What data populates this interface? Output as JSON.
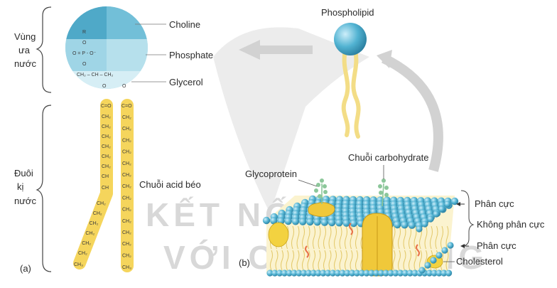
{
  "watermark": {
    "line1": "KẾT NỐI T",
    "line2": "VỚI CUỘC SỐNG"
  },
  "panel_a": {
    "letter": "(a)",
    "hydrophilic_label": [
      "Vùng",
      "ưa",
      "nước"
    ],
    "hydrophobic_label": [
      "Đuôi",
      "kị",
      "nước"
    ],
    "head_labels": {
      "choline": "Choline",
      "phosphate": "Phosphate",
      "glycerol": "Glycerol"
    },
    "fatty_acid_label": "Chuỗi acid béo",
    "head_chem": {
      "r": "R",
      "o1": "O",
      "phos": "O = P - O⁻",
      "o2": "O",
      "glycerol": "CH₂ – CH – CH₂",
      "ester_o": "O",
      "co": "C=O"
    },
    "ch2": "CH₂",
    "ch": "CH",
    "ch3": "CH₃"
  },
  "panel_b": {
    "letter": "(b)",
    "phospholipid_label": "Phospholipid",
    "carbohydrate_label": "Chuỗi carbohydrate",
    "glycoprotein_label": "Glycoprotein",
    "polar_top": "Phân cực",
    "nonpolar": "Không phân cực",
    "polar_bottom": "Phân cực",
    "cholesterol": "Cholesterol"
  },
  "colors": {
    "head_blue": "#5bb8d4",
    "tail_yellow": "#f5d55c",
    "membrane_blue": "#4aa9c9",
    "arrow_gray": "#cfcfcf",
    "protein_yellow": "#f0c83a",
    "cholesterol_orange": "#e8724a",
    "carb_green": "#8cc79a"
  }
}
